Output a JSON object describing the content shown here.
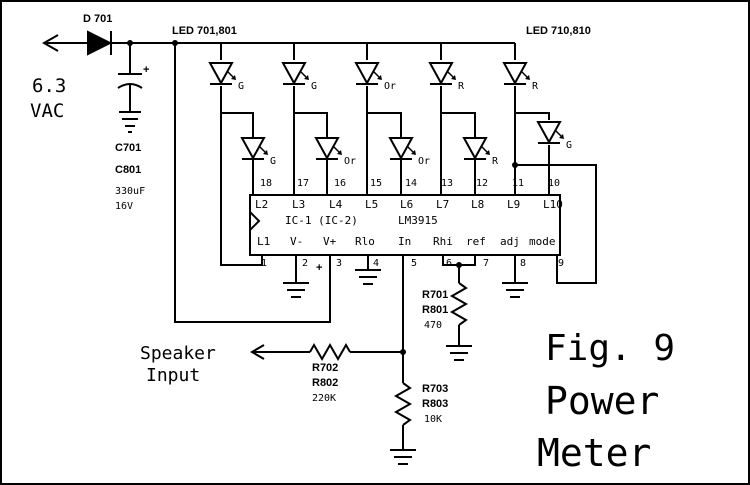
{
  "labels": {
    "d701": "D 701",
    "led_first": "LED 701,801",
    "led_last": "LED 710,810",
    "vac_top": "6.3",
    "vac_bottom": "VAC",
    "cap_plus": "+",
    "c701": "C701",
    "c801": "C801",
    "cap_value": "330uF",
    "cap_voltage": "16V",
    "chip_name": "IC-1 (IC-2)",
    "chip_part": "LM3915",
    "vplus_mark": "+",
    "r701": "R701",
    "r801": "R801",
    "r701_value": "470",
    "r702": "R702",
    "r802": "R802",
    "r702_value": "220K",
    "r703": "R703",
    "r803": "R803",
    "r703_value": "10K",
    "speaker_line1": "Speaker",
    "speaker_line2": "Input",
    "fig": "Fig. 9",
    "title1": "Power",
    "title2": "Meter"
  },
  "leds_upper": [
    "G",
    "G",
    "Or",
    "R",
    "R"
  ],
  "leds_lower": [
    "G",
    "Or",
    "Or",
    "R",
    "G"
  ],
  "pins_top": [
    "18",
    "17",
    "16",
    "15",
    "14",
    "13",
    "12",
    "11",
    "10"
  ],
  "pin_labels_top": [
    "L2",
    "L3",
    "L4",
    "L5",
    "L6",
    "L7",
    "L8",
    "L9",
    "L10"
  ],
  "pin_labels_bottom": [
    "L1",
    "V-",
    "V+",
    "Rlo",
    "In",
    "Rhi",
    "ref",
    "adj",
    "mode"
  ],
  "pins_bottom": [
    "1",
    "2",
    "3",
    "4",
    "5",
    "6",
    "7",
    "8",
    "9"
  ]
}
